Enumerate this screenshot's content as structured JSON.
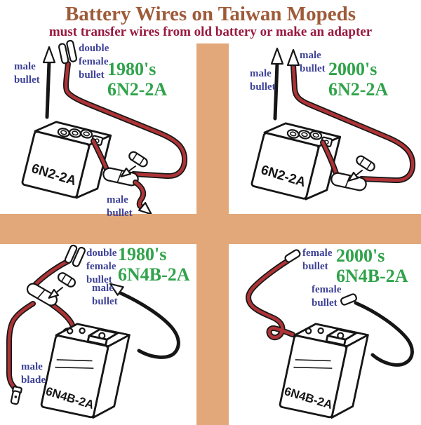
{
  "header": {
    "title": "Battery Wires on Taiwan Mopeds",
    "subtitle": "must transfer wires from old battery or make an adapter"
  },
  "colors": {
    "divider_tan": "#E2A87A",
    "title_brown": "#9E5B39",
    "subtitle_maroon": "#9A1840",
    "label_blue": "#3F4398",
    "model_green": "#2FA34A",
    "wire_red": "#AE3336",
    "line_black": "#161616",
    "background": "#FFFFFF"
  },
  "quadrants": {
    "top_left": {
      "era": "1980's",
      "model": "6N2-2A",
      "battery_text": "6N2-2A",
      "labels": {
        "neg_wire": "male bullet",
        "pos_connector": "double female bullet",
        "pos_wire_end": "male bullet"
      }
    },
    "top_right": {
      "era": "2000's",
      "model": "6N2-2A",
      "battery_text": "6N2-2A",
      "labels": {
        "neg_wire": "male bullet",
        "pos_wire": "male bullet"
      }
    },
    "bottom_left": {
      "era": "1980's",
      "model": "6N4B-2A",
      "battery_text": "6N4B-2A",
      "labels": {
        "pos_connector": "double female bullet",
        "neg_wire": "male bullet",
        "pos_wire_end": "male blade"
      }
    },
    "bottom_right": {
      "era": "2000's",
      "model": "6N4B-2A",
      "battery_text": "6N4B-2A",
      "labels": {
        "pos_wire": "female bullet",
        "neg_wire": "female bullet"
      }
    }
  }
}
